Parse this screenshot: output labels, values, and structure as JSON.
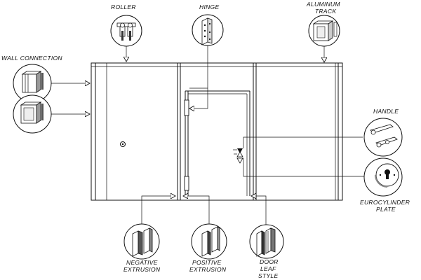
{
  "labels": {
    "roller": "ROLLER",
    "hinge": "HINGE",
    "aluminum_track_line1": "ALUMINUM",
    "aluminum_track_line2": "TRACK",
    "wall_connection": "WALL  CONNECTION",
    "handle": "HANDLE",
    "eurocylinder_line1": "EUROCYLINDER",
    "eurocylinder_line2": "PLATE",
    "negative_line1": "NEGATIVE",
    "negative_line2": "EXTRUSION",
    "positive_line1": "POSITIVE",
    "positive_line2": "EXTRUSION",
    "door_line1": "DOOR",
    "door_line2": "LEAF",
    "door_line3": "STYLE"
  },
  "icons": {
    "roller": "roller-icon",
    "hinge": "hinge-icon",
    "aluminum_track": "aluminum-track-icon",
    "wall_connection_1": "wall-connection-profile-icon",
    "wall_connection_2": "wall-connection-profile-icon",
    "handle": "door-handle-icon",
    "eurocylinder": "eurocylinder-plate-icon",
    "negative_extrusion": "negative-extrusion-icon",
    "positive_extrusion": "positive-extrusion-icon",
    "door_leaf_style": "door-leaf-style-icon"
  },
  "colors": {
    "line": "#111111",
    "background": "#ffffff"
  }
}
